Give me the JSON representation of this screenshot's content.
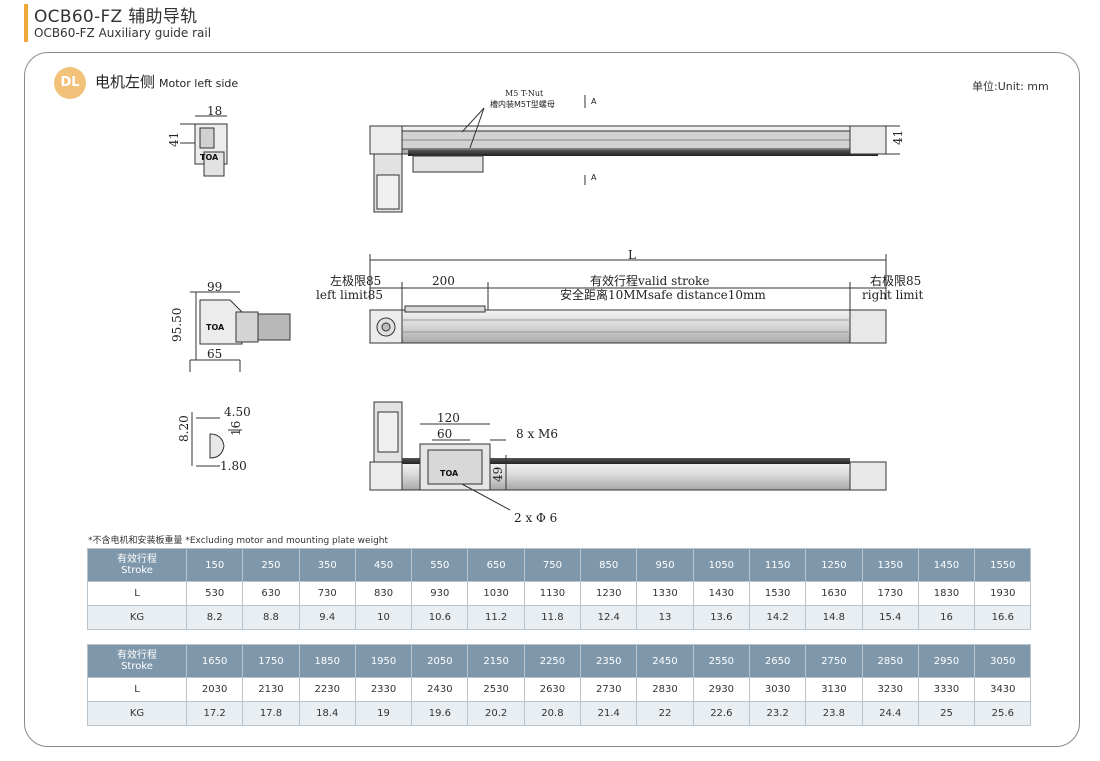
{
  "header": {
    "title": "OCB60-FZ 辅助导轨",
    "subtitle": "OCB60-FZ Auxiliary guide rail"
  },
  "section": {
    "badge": "DL",
    "title_cn": "电机左侧",
    "title_en": "Motor left side",
    "unit": "单位:Unit: mm"
  },
  "drawing": {
    "tnut_label_1": "M5 T-Nut",
    "tnut_label_2": "槽内装M5T型螺母",
    "section_mark": "A",
    "dim_18": "18",
    "dim_41_left": "41",
    "dim_41_right": "41",
    "dim_99": "99",
    "dim_95_50": "95.50",
    "dim_65": "65",
    "dim_L": "L",
    "left_limit_cn": "左极限85",
    "left_limit_en": "left limit85",
    "dim_200": "200",
    "stroke_cn": "有效行程valid stroke",
    "safe_distance": "安全距离10MMsafe distance10mm",
    "right_limit_cn": "右极限85",
    "right_limit_en": "right limit",
    "dim_4_50": "4.50",
    "dim_8_20": "8.20",
    "dim_16": "16",
    "dim_1_80": "1.80",
    "dim_120": "120",
    "dim_60": "60",
    "holes_m6": "8 x M6",
    "dim_49": "49",
    "holes_6": "2 x Φ 6",
    "logo_text": "TOA"
  },
  "note": "*不含电机和安装板重量 *Excluding motor and mounting plate weight",
  "table1": {
    "stroke_label_cn": "有效行程",
    "stroke_label_en": "Stroke",
    "l_label": "L",
    "kg_label": "KG",
    "stroke": [
      "150",
      "250",
      "350",
      "450",
      "550",
      "650",
      "750",
      "850",
      "950",
      "1050",
      "1150",
      "1250",
      "1350",
      "1450",
      "1550"
    ],
    "L": [
      "530",
      "630",
      "730",
      "830",
      "930",
      "1030",
      "1130",
      "1230",
      "1330",
      "1430",
      "1530",
      "1630",
      "1730",
      "1830",
      "1930"
    ],
    "KG": [
      "8.2",
      "8.8",
      "9.4",
      "10",
      "10.6",
      "11.2",
      "11.8",
      "12.4",
      "13",
      "13.6",
      "14.2",
      "14.8",
      "15.4",
      "16",
      "16.6"
    ]
  },
  "table2": {
    "stroke_label_cn": "有效行程",
    "stroke_label_en": "Stroke",
    "l_label": "L",
    "kg_label": "KG",
    "stroke": [
      "1650",
      "1750",
      "1850",
      "1950",
      "2050",
      "2150",
      "2250",
      "2350",
      "2450",
      "2550",
      "2650",
      "2750",
      "2850",
      "2950",
      "3050"
    ],
    "L": [
      "2030",
      "2130",
      "2230",
      "2330",
      "2430",
      "2530",
      "2630",
      "2730",
      "2830",
      "2930",
      "3030",
      "3130",
      "3230",
      "3330",
      "3430"
    ],
    "KG": [
      "17.2",
      "17.8",
      "18.4",
      "19",
      "19.6",
      "20.2",
      "20.8",
      "21.4",
      "22",
      "22.6",
      "23.2",
      "23.8",
      "24.4",
      "25",
      "25.6"
    ]
  }
}
